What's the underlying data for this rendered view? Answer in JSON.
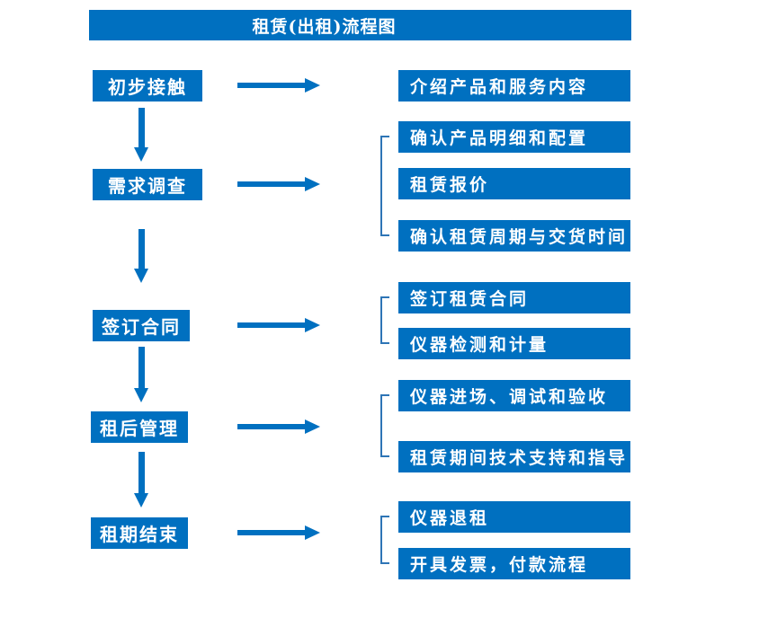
{
  "title": "租赁(出租)流程图",
  "colors": {
    "primary": "#0070C0",
    "connector": "#2E75B6"
  },
  "flow": [
    {
      "step": "初步接触",
      "details": [
        "介绍产品和服务内容"
      ]
    },
    {
      "step": "需求调查",
      "details": [
        "确认产品明细和配置",
        "租赁报价",
        "确认租赁周期与交货时间"
      ]
    },
    {
      "step": "签订合同",
      "details": [
        "签订租赁合同",
        "仪器检测和计量"
      ]
    },
    {
      "step": "租后管理",
      "details": [
        "仪器进场、调试和验收",
        "租赁期间技术支持和指导"
      ]
    },
    {
      "step": "租期结束",
      "details": [
        "仪器退租",
        "开具发票，付款流程"
      ]
    }
  ]
}
